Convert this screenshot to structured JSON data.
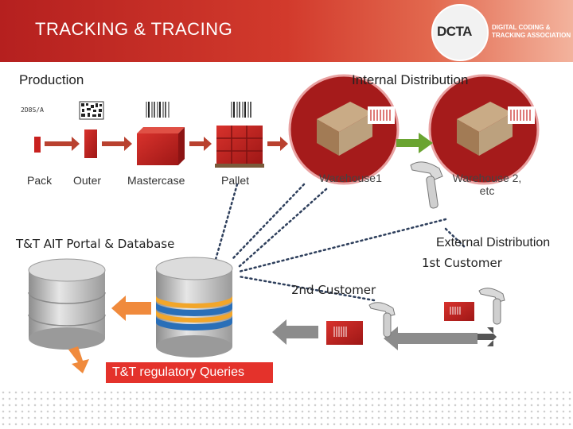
{
  "header": {
    "title": "TRACKING & TRACING",
    "logo_text": "DCTA",
    "logo_sub_line1": "DIGITAL CODING &",
    "logo_sub_line2": "TRACKING ASSOCIATION"
  },
  "production": {
    "title": "Production",
    "steps": [
      "Pack",
      "Outer",
      "Mastercase",
      "Pallet"
    ]
  },
  "internal_distribution": {
    "title": "Internal Distribution",
    "warehouse1": "Warehouse1",
    "warehouse2_line1": "Warehouse 2,",
    "warehouse2_line2": "etc"
  },
  "portal": {
    "title": "T&T AIT Portal & Database"
  },
  "external_distribution": {
    "title": "External Distribution",
    "customer1": "1st Customer",
    "customer2": "2nd Customer"
  },
  "queries": {
    "label": "T&T regulatory Queries"
  },
  "colors": {
    "brand_red": "#c8211f",
    "arrow_green": "#6aa431",
    "arrow_orange": "#f08a3c",
    "arrow_gray": "#8c8c8c"
  }
}
